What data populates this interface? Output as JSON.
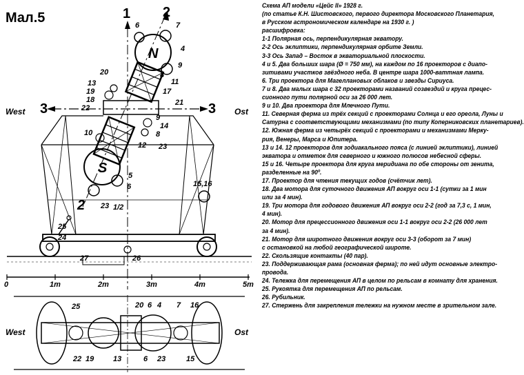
{
  "figure": {
    "label": "Мал.5",
    "axis_labels": {
      "n1": "1",
      "n2": "2",
      "n3_left": "3",
      "n3_right": "3"
    },
    "directions": {
      "west": "West",
      "ost": "Ost",
      "west_bottom": "West",
      "ost_bottom": "Ost"
    },
    "globe_letters": {
      "north": "N",
      "south": "S"
    },
    "half_label": "1/2",
    "scale": [
      "0",
      "1m",
      "2m",
      "3m",
      "4m",
      "5m"
    ],
    "numbers": {
      "top": [
        "6",
        "7",
        "4",
        "9",
        "8",
        "11",
        "13",
        "20",
        "19",
        "18",
        "17",
        "22",
        "21",
        "10",
        "9",
        "14",
        "8",
        "12",
        "23",
        "5",
        "6",
        "2",
        "23",
        "15,16",
        "25",
        "24",
        "27",
        "26"
      ],
      "bottom": [
        "25",
        "20",
        "6",
        "4",
        "7",
        "16",
        "22",
        "19",
        "13",
        "6",
        "23",
        "15"
      ]
    }
  },
  "legend": {
    "lines": [
      "Схема АП модели «Цейс II» 1928 г.",
      "(по статье К.Н. Шистовского, первого директора Московского Планетария,",
      "в Русском астрономическом календаре на 1930 г. )",
      "расшифровка:",
      "1-1 Полярная ось, перпендикулярная экватору.",
      "2-2 Ось эклиптики, перпендикулярная орбите Земли.",
      "3-3 Ось Запад – Восток в экваториальной плоскости.",
      "4 и 5. Два больших шара (Ø = 750 мм), на каждом по 16 проекторов с диапо-",
      "зитивами участков звёздного неба. В центре шара 1000-ваттная лампа.",
      "6. Три проектора для Магеллановых облаков и звезды Сириуса.",
      "7 и 8. Два малых шара с 32 проекторами названий созвездий и круга прецес-",
      "сионного пути полярной оси за 26 000 лет.",
      "9 и 10. Два проектора для Млечного Пути.",
      "11. Северная ферма из трёх секций с проекторами Солнца и его ореола, Луны и",
      "Сатурна с соответствующими механизмами (по типу Коперниковских планетариев).",
      "12. Южная ферма из четырёх секций с проекторами и механизмами Мерку-",
      "рия, Венеры, Марса и Юпитера.",
      "13 и 14. 12 проекторов для зодиакального пояса (с линией эклиптики), линией",
      "экватора и отметок для северного и южного полюсов небесной сферы.",
      "15 и 16. Четыре проектора для круга меридиана по обе стороны от зенита,",
      "разделенные на 90º.",
      "17. Проектор для чтения текущих годов (счётчик лет).",
      "18. Два мотора для суточного движения АП вокруг оси 1-1 (сутки за 1 мин",
      "или за 4 мин).",
      "19. Три мотора для годового движения АП вокруг оси 2-2 (год за 7,3 с, 1 мин,",
      "4 мин).",
      "20. Мотор для прецессионного движения оси 1-1 вокруг оси 2-2 (26 000 лет",
      "за 4 мин).",
      "21. Мотор для широтного движения вокруг оси 3-3 (оборот за 7 мин)",
      "с остановкой на любой географической широте.",
      "22. Скользящие контакты (40 пар).",
      "23. Поддерживающая рама (основная ферма); по ней идут основные электро-",
      "провода.",
      "24. Тележка для перемещения АП в целом по рельсам в комнату для хранения.",
      "25. Рукоятка для перемещения АП по рельсам.",
      "26. Рубильник.",
      "27. Стержень для закрепления тележки на нужном месте в зрительном зале."
    ]
  }
}
